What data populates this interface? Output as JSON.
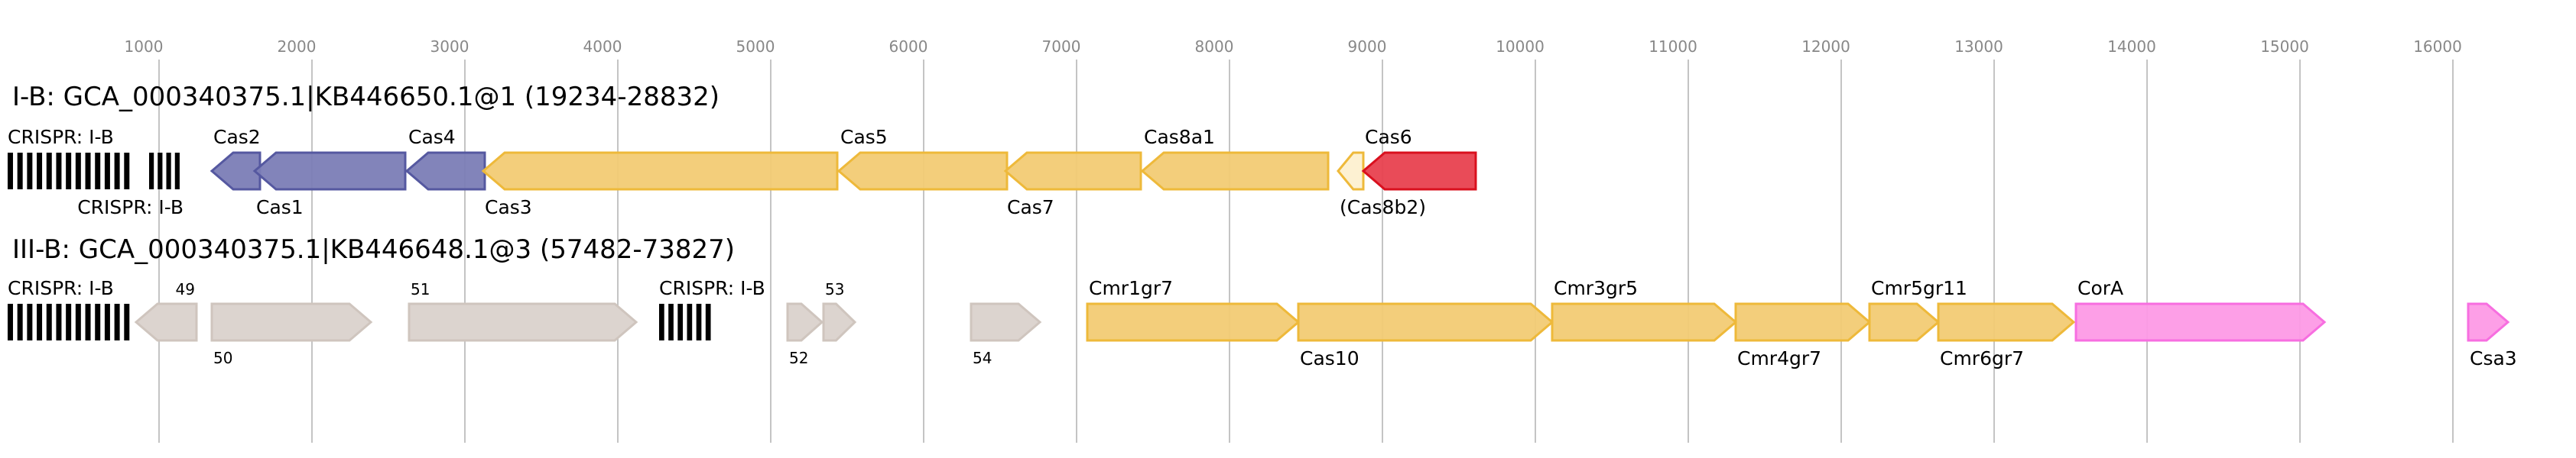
{
  "axis": {
    "ticks": [
      1000,
      2000,
      3000,
      4000,
      5000,
      6000,
      7000,
      8000,
      9000,
      10000,
      11000,
      12000,
      13000,
      14000,
      15000,
      16000
    ]
  },
  "colors": {
    "blue": "#7b7db6",
    "yellow": "#f2cb74",
    "red": "#e8414f",
    "gray": "#dcd4cf",
    "pink": "#fd9ae6",
    "pale": "#fdf0d0"
  },
  "tracks": [
    {
      "title": "I-B: GCA_000340375.1|KB446650.1@1 (19234-28832)",
      "crisprs": [
        {
          "label": "CRISPR: I-B",
          "start": 10,
          "end": 835,
          "bars": 13
        },
        {
          "label": "CRISPR: I-B",
          "start": 935,
          "end": 1160,
          "bars": 4
        }
      ],
      "genes": [
        {
          "label": "Cas2",
          "start": 1345,
          "end": 1660,
          "dir": -1,
          "color": "blue",
          "pos": "above"
        },
        {
          "label": "Cas1",
          "start": 1625,
          "end": 2610,
          "dir": -1,
          "color": "blue",
          "pos": "below"
        },
        {
          "label": "Cas4",
          "start": 2620,
          "end": 3130,
          "dir": -1,
          "color": "blue",
          "pos": "above"
        },
        {
          "label": "Cas3",
          "start": 3120,
          "end": 5435,
          "dir": -1,
          "color": "yellow",
          "pos": "below"
        },
        {
          "label": "Cas5",
          "start": 5445,
          "end": 6545,
          "dir": -1,
          "color": "yellow",
          "pos": "above"
        },
        {
          "label": "Cas7",
          "start": 6535,
          "end": 7420,
          "dir": -1,
          "color": "yellow",
          "pos": "below"
        },
        {
          "label": "Cas8a1",
          "start": 7430,
          "end": 8645,
          "dir": -1,
          "color": "yellow",
          "pos": "above"
        },
        {
          "label": "(Cas8b2)",
          "start": 8710,
          "end": 8875,
          "dir": -1,
          "color": "pale",
          "pos": "below"
        },
        {
          "label": "Cas6",
          "start": 8875,
          "end": 9610,
          "dir": -1,
          "color": "red",
          "pos": "above"
        }
      ]
    },
    {
      "title": "III-B: GCA_000340375.1|KB446648.1@3 (57482-73827)",
      "crisprs": [
        {
          "label": "CRISPR: I-B",
          "start": 10,
          "end": 835,
          "bars": 13
        },
        {
          "label": "CRISPR: I-B",
          "start": 4270,
          "end": 4635,
          "bars": 6
        }
      ],
      "genes": [
        {
          "label": "49",
          "start": 850,
          "end": 1245,
          "dir": -1,
          "color": "gray",
          "pos": "above",
          "small": true
        },
        {
          "label": "50",
          "start": 1345,
          "end": 2385,
          "dir": 1,
          "color": "gray",
          "pos": "below",
          "small": true
        },
        {
          "label": "51",
          "start": 2635,
          "end": 4120,
          "dir": 1,
          "color": "gray",
          "pos": "above",
          "small": true
        },
        {
          "label": "52",
          "start": 5110,
          "end": 5335,
          "dir": 1,
          "color": "gray",
          "pos": "below",
          "small": true
        },
        {
          "label": "53",
          "start": 5345,
          "end": 5550,
          "dir": 1,
          "color": "gray",
          "pos": "above",
          "small": true
        },
        {
          "label": "54",
          "start": 6310,
          "end": 6760,
          "dir": 1,
          "color": "gray",
          "pos": "below",
          "small": true
        },
        {
          "label": "Cmr1gr7",
          "start": 7070,
          "end": 8450,
          "dir": 1,
          "color": "yellow",
          "pos": "above"
        },
        {
          "label": "Cas10",
          "start": 8450,
          "end": 10110,
          "dir": 1,
          "color": "yellow",
          "pos": "below"
        },
        {
          "label": "Cmr3gr5",
          "start": 10110,
          "end": 11310,
          "dir": 1,
          "color": "yellow",
          "pos": "above"
        },
        {
          "label": "Cmr4gr7",
          "start": 11310,
          "end": 12185,
          "dir": 1,
          "color": "yellow",
          "pos": "below"
        },
        {
          "label": "Cmr5gr11",
          "start": 12185,
          "end": 12635,
          "dir": 1,
          "color": "yellow",
          "pos": "above"
        },
        {
          "label": "Cmr6gr7",
          "start": 12635,
          "end": 13520,
          "dir": 1,
          "color": "yellow",
          "pos": "below"
        },
        {
          "label": "CorA",
          "start": 13535,
          "end": 15160,
          "dir": 1,
          "color": "pink",
          "pos": "above"
        },
        {
          "label": "Csa3",
          "start": 16100,
          "end": 16360,
          "dir": 1,
          "color": "pink",
          "pos": "below"
        }
      ]
    }
  ]
}
